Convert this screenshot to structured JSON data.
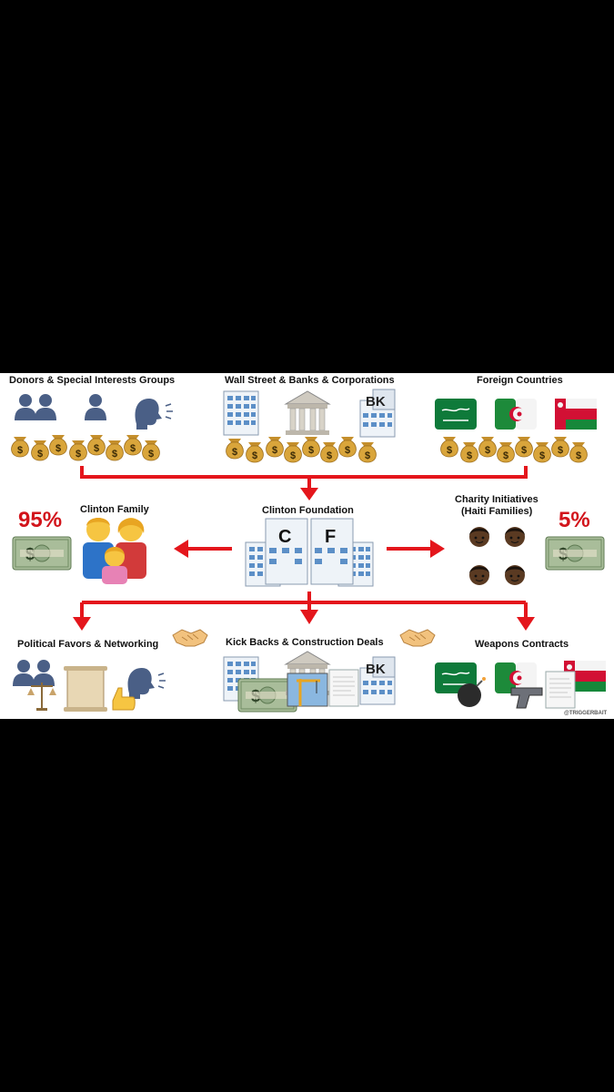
{
  "sources": {
    "donors": "Donors & Special Interests Groups",
    "wallstreet": "Wall Street & Banks & Corporations",
    "foreign": "Foreign Countries"
  },
  "middle": {
    "family": "Clinton Family",
    "family_pct": "95%",
    "foundation": "Clinton Foundation",
    "charity_line1": "Charity Initiatives",
    "charity_line2": "(Haiti Families)",
    "charity_pct": "5%"
  },
  "foundation_letters": [
    "C",
    "F"
  ],
  "bank_logo": "BK",
  "outcomes": {
    "political": "Political Favors & Networking",
    "kickbacks": "Kick Backs & Construction Deals",
    "weapons": "Weapons Contracts"
  },
  "watermark": "@TRIGGERBAIT",
  "colors": {
    "arrow": "#e4161c",
    "money_bag": "#d9a53b",
    "building": "#c9d7e6",
    "text": "#111111"
  },
  "icons": [
    "people-silhouette-icon",
    "speaking-head-icon",
    "money-bag-icon",
    "office-building-icon",
    "bank-icon",
    "flag-saudi-icon",
    "flag-algeria-icon",
    "flag-oman-icon",
    "dollar-bill-icon",
    "family-icon",
    "person-icon",
    "handshake-icon",
    "scales-icon",
    "scroll-icon",
    "thumbs-up-icon",
    "crane-icon",
    "document-icon",
    "bomb-icon",
    "pistol-icon"
  ]
}
